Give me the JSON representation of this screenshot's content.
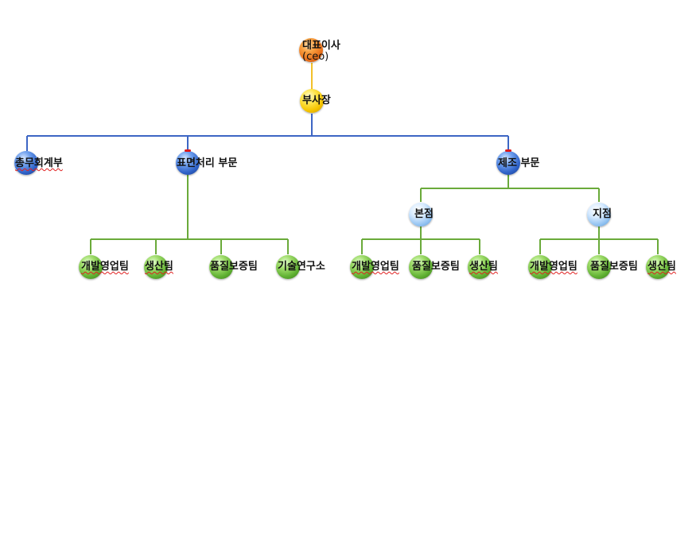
{
  "org_chart": {
    "ceo": {
      "label_line1": "대표이사",
      "label_line2": "(ceo)"
    },
    "vice_president": {
      "label": "부사장"
    },
    "divisions": {
      "general_affairs": {
        "label": "총무회계부"
      },
      "surface_treatment": {
        "label": "표면처리 부문"
      },
      "manufacturing": {
        "label": "제조 부문"
      }
    },
    "branches": {
      "head_office": {
        "label": "본점"
      },
      "branch_office": {
        "label": "지점"
      }
    },
    "teams": {
      "surface": [
        {
          "label": "개발영업팀"
        },
        {
          "label": "생산팀"
        },
        {
          "label": "품질보증팀"
        },
        {
          "label": "기술연구소"
        }
      ],
      "head_office": [
        {
          "label": "개발영업팀"
        },
        {
          "label": "품질보증팀"
        },
        {
          "label": "생산팀"
        }
      ],
      "branch_office": [
        {
          "label": "개발영업팀"
        },
        {
          "label": "품질보증팀"
        },
        {
          "label": "생산팀"
        }
      ]
    }
  },
  "colors": {
    "connector_top": "#f2c02a",
    "connector_blue": "#3d66c4",
    "connector_green": "#6aaa3a",
    "ceo_node": "#e8701a",
    "vp_node": "#f5c400",
    "division_node": "#2f62c8",
    "branch_node": "#8ec0f0",
    "team_node": "#5fb032"
  }
}
